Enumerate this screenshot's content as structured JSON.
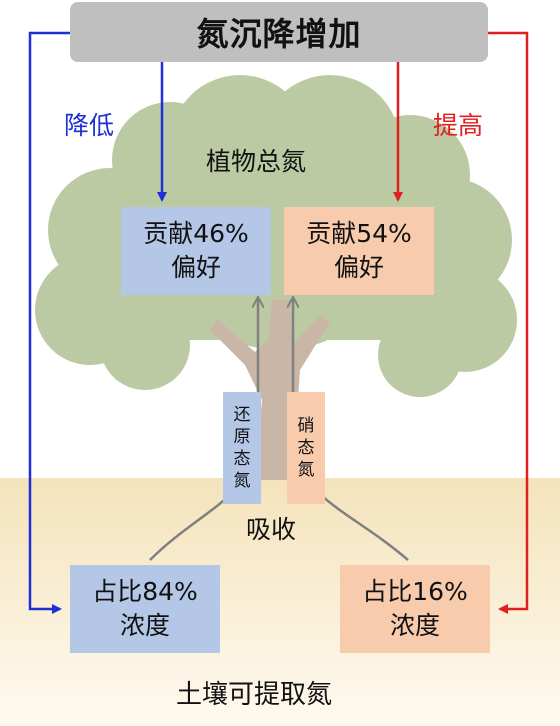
{
  "title": "氮沉降增加",
  "left_arrow_label": "降低",
  "right_arrow_label": "提高",
  "plant_total_label": "植物总氮",
  "plant_left": {
    "line1": "贡献46%",
    "line2": "偏好"
  },
  "plant_right": {
    "line1": "贡献54%",
    "line2": "偏好"
  },
  "reduced_n_chars": [
    "还",
    "原",
    "态",
    "氮"
  ],
  "nitrate_n_chars": [
    "硝",
    "态",
    "氮"
  ],
  "absorb_label": "吸收",
  "soil_left": {
    "line1": "占比84%",
    "line2": "浓度"
  },
  "soil_right": {
    "line1": "占比16%",
    "line2": "浓度"
  },
  "soil_label": "土壤可提取氮",
  "colors": {
    "blue": "#1f2fd6",
    "red": "#e02020",
    "blue_box": "#b4c7e7",
    "orange_box": "#f8cbad",
    "title_box": "#bfbfbf",
    "soil": "#f2dfb3",
    "tree_canopy": "#bccaa4",
    "trunk": "#c9b6a6"
  }
}
